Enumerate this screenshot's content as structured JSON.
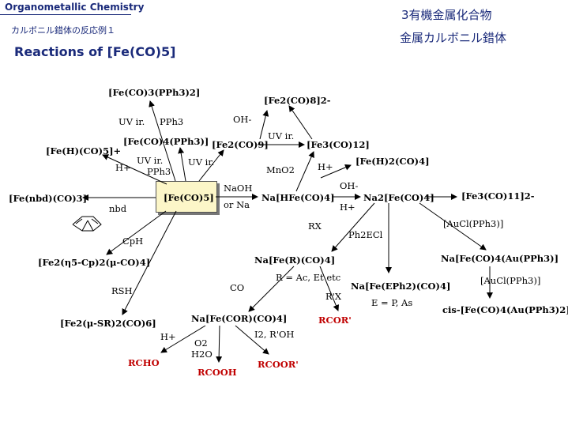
{
  "header": {
    "brand": "Organometallic Chemistry",
    "subtitle": "カルボニル錯体の反応例１",
    "title": "Reactions of [Fe(CO)5]",
    "right_title_1": "3有機金属化合物",
    "right_title_2": "金属カルボニル錯体"
  },
  "nodes": {
    "center": "[Fe(CO)5]",
    "fe_co3_pph3_2": "[Fe(CO)3(PPh3)2]",
    "fe2_co8": "[Fe2(CO)8]2-",
    "fe_co4_pph3": "[Fe(CO)4(PPh3)]",
    "fe2_co9": "[Fe2(CO)9]",
    "fe3_co12": "[Fe3(CO)12]",
    "feh_co5": "[Fe(H)(CO)5]+",
    "feh2_co4": "[Fe(H)2(CO)4]",
    "fe_nbd_co3": "[Fe(nbd)(CO)3]",
    "na_hfe_co4": "Na[HFe(CO)4]",
    "na2_fe_co4": "Na2[Fe(CO)4]",
    "fe3_co11": "[Fe3(CO)11]2-",
    "fe2_cp_co": "[Fe2(η5-Cp)2(μ-CO)4]",
    "na_fe_r_co4": "Na[Fe(R)(CO)4]",
    "na_fe_eph2_co4": "Na[Fe(EPh2)(CO)4]",
    "na_fe_co4_au": "Na[Fe(CO)4(Au(PPh3)]",
    "fe2_sr": "[Fe2(μ-SR)2(CO)6]",
    "na_fe_cor_co4": "Na[Fe(COR)(CO)4]",
    "cis_fe_au": "cis-[Fe(CO)4(Au(PPh3)2]"
  },
  "products": {
    "rcor": "RCOR'",
    "rcho": "RCHO",
    "rcooh": "RCOOH",
    "rcoor": "RCOOR'"
  },
  "labels": {
    "uv_1": "UV ir.",
    "pph3_1": "PPh3",
    "oh_1": "OH-",
    "uv_2": "UV ir.",
    "uv_3": "UV ir.",
    "h_1": "H+",
    "uv_4": "UV ir.",
    "pph3_2": "PPh3",
    "mno2": "MnO2",
    "h_2": "H+",
    "naoh": "NaOH",
    "or_na": "or Na",
    "oh_2": "OH-",
    "h_3": "H+",
    "nbd": "nbd",
    "rx": "RX",
    "ph2ecl": "Ph2ECl",
    "aucl_1": "[AuCl(PPh3)]",
    "cph": "CpH",
    "r_eq": "R = Ac, Et etc",
    "co": "CO",
    "rsh": "RSH",
    "rx2": "R'X",
    "e_eq": "E = P, As",
    "aucl_2": "[AuCl(PPh3)]",
    "h_4": "H+",
    "i2": "I2, R'OH",
    "o2": "O2",
    "h2o": "H2O"
  }
}
